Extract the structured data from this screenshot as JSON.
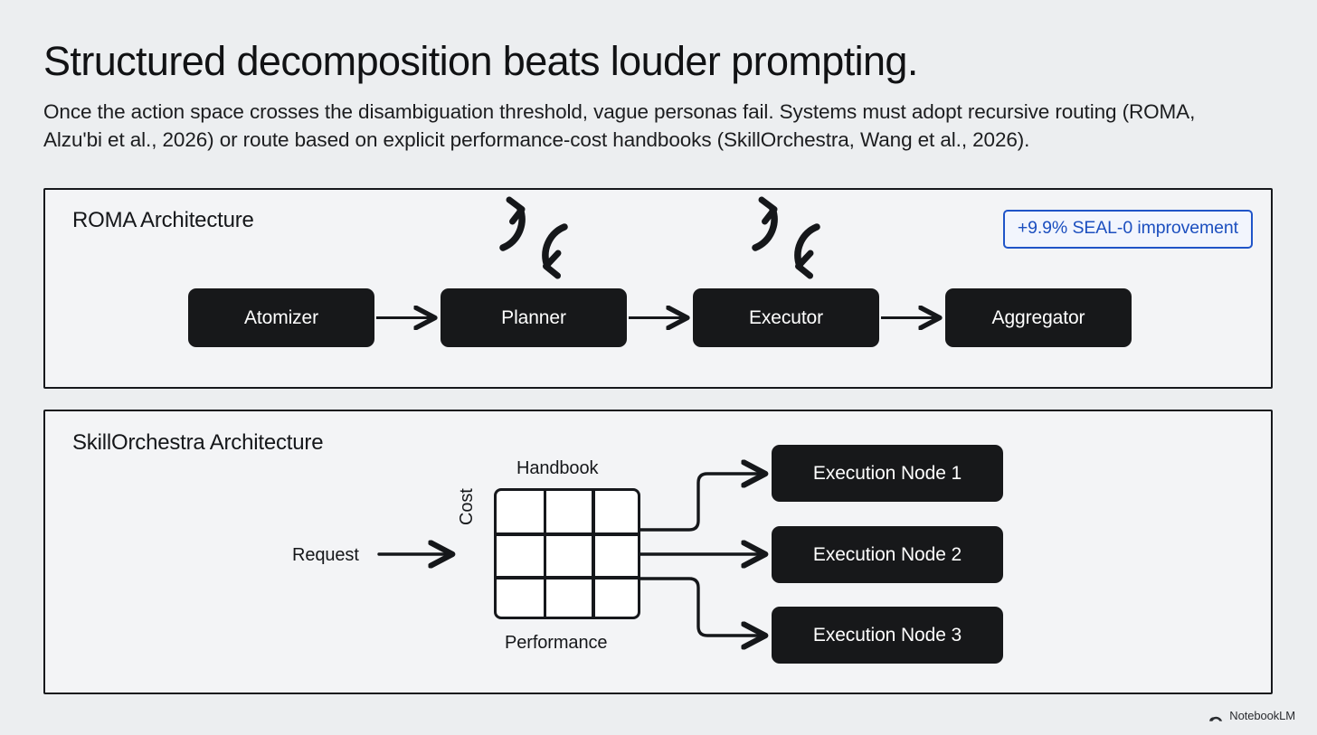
{
  "slide": {
    "title": "Structured decomposition beats louder prompting.",
    "subtitle": "Once the action space crosses the disambiguation threshold, vague personas fail. Systems must adopt recursive routing (ROMA, Alzu'bi et al., 2026) or route based on explicit performance-cost handbooks (SkillOrchestra, Wang et al., 2026).",
    "background_color": "#eceef0"
  },
  "roma_panel": {
    "title": "ROMA Architecture",
    "badge": "+9.9% SEAL-0 improvement",
    "badge_color": "#1c4fbf",
    "node_color": "#17181a",
    "nodes": [
      {
        "label": "Atomizer"
      },
      {
        "label": "Planner"
      },
      {
        "label": "Executor"
      },
      {
        "label": "Aggregator"
      }
    ],
    "recursion_icons": [
      {
        "over": "Planner"
      },
      {
        "over": "Executor"
      }
    ]
  },
  "skill_panel": {
    "title": "SkillOrchestra Architecture",
    "input_label": "Request",
    "matrix": {
      "top_label": "Handbook",
      "bottom_label": "Performance",
      "left_label": "Cost",
      "rows": 3,
      "cols": 3
    },
    "nodes": [
      {
        "label": "Execution Node 1"
      },
      {
        "label": "Execution Node 2"
      },
      {
        "label": "Execution Node 3"
      }
    ]
  },
  "footer": {
    "brand": "NotebookLM"
  }
}
